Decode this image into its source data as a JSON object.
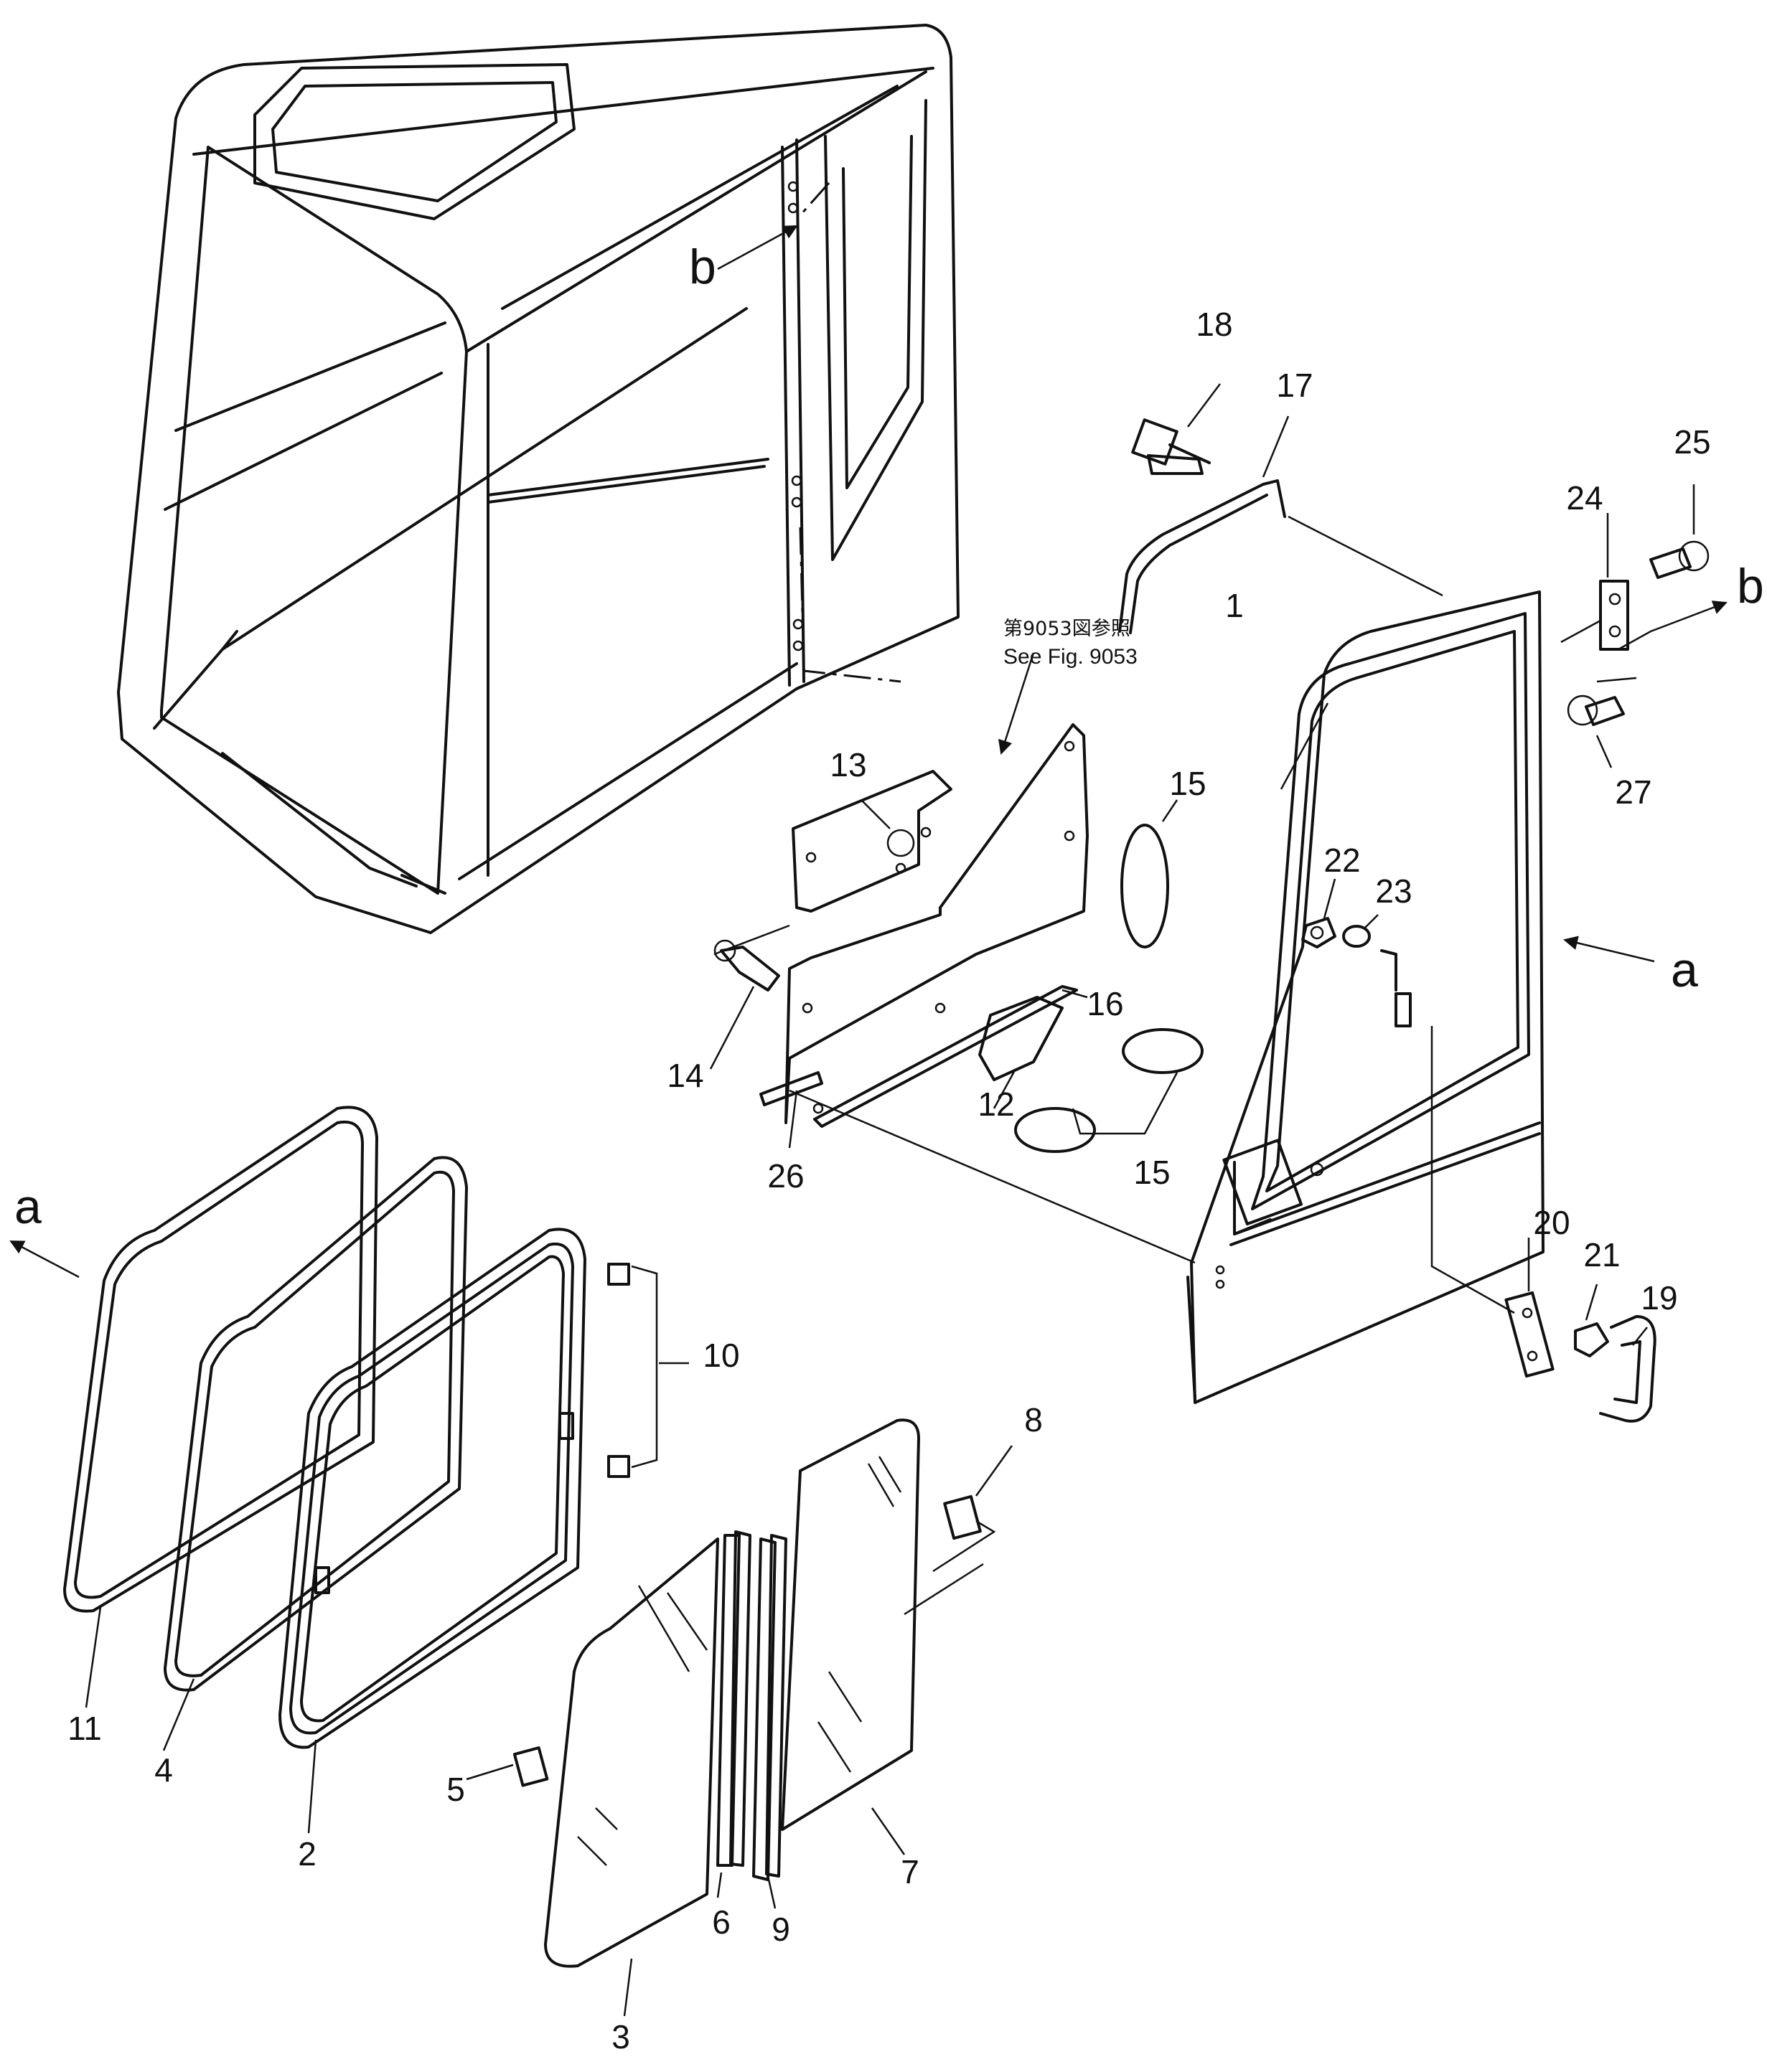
{
  "callouts": [
    "1",
    "2",
    "3",
    "4",
    "5",
    "6",
    "7",
    "8",
    "9",
    "10",
    "11",
    "12",
    "13",
    "14",
    "15",
    "16",
    "17",
    "18",
    "19",
    "20",
    "21",
    "22",
    "23",
    "24",
    "25",
    "26",
    "27"
  ],
  "view_markers": {
    "a": "a",
    "b": "b"
  },
  "reference_note": {
    "jp": "第9053図参照",
    "en": "See Fig. 9053"
  }
}
